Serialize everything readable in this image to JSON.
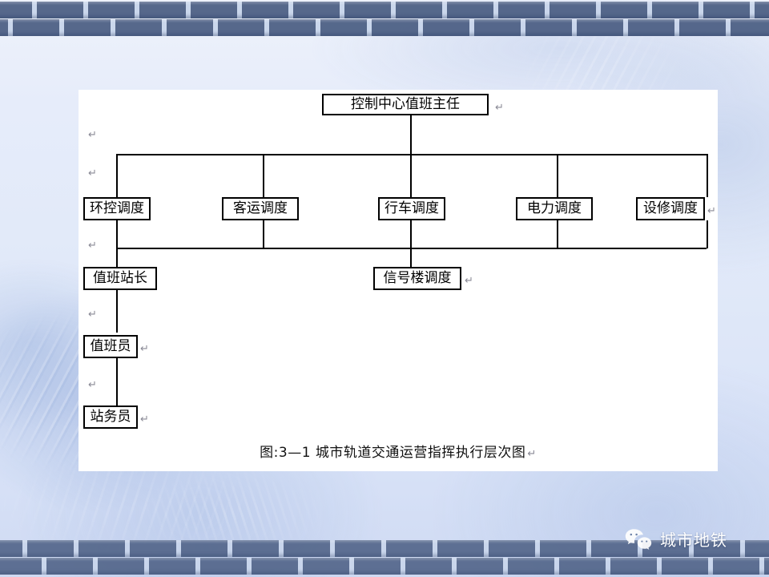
{
  "slide": {
    "background_color": "#dde6f8",
    "brick_color": "#4e6186",
    "mortar_color": "#c9d6ec",
    "panel_color": "#ffffff",
    "line_color": "#000000"
  },
  "chart": {
    "title_caption": "图:3—1  城市轨道交通运营指挥执行层次图",
    "caption_mark": "↵",
    "nodes": {
      "root": {
        "label": "控制中心值班主任",
        "mark": "↵"
      },
      "level2": [
        {
          "label": "环控调度",
          "mark": ""
        },
        {
          "label": "客运调度",
          "mark": ""
        },
        {
          "label": "行车调度",
          "mark": ""
        },
        {
          "label": "电力调度",
          "mark": ""
        },
        {
          "label": "设修调度",
          "mark": "↵"
        }
      ],
      "level3": [
        {
          "label": "值班站长",
          "mark": ""
        },
        {
          "label": "信号楼调度",
          "mark": "↵"
        }
      ],
      "level4": {
        "label": "值班员",
        "mark": "↵"
      },
      "level5": {
        "label": "站务员",
        "mark": "↵"
      }
    },
    "paragraph_marks": [
      "↵",
      "↵",
      "↵",
      "↵",
      "↵",
      "↵"
    ]
  },
  "watermark": {
    "icon": "wechat-icon",
    "text": "城市地铁",
    "text_color": "#ffffff"
  }
}
